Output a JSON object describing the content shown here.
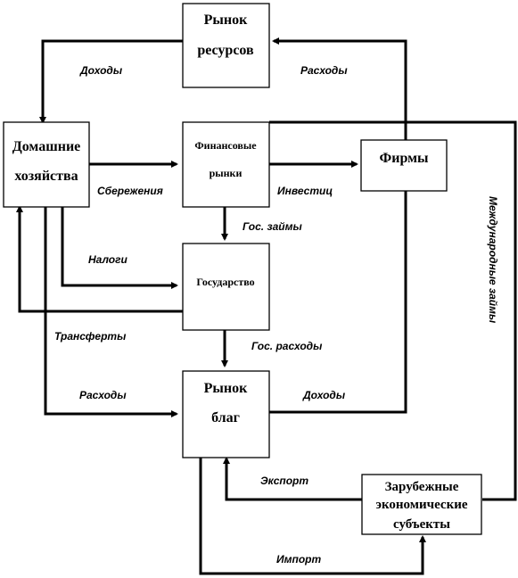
{
  "boxes": {
    "resource_market": [
      "Рынок",
      "ресурсов"
    ],
    "households": [
      "Домашние",
      "хозяйства"
    ],
    "financial_markets": [
      "Финансовые",
      "рынки"
    ],
    "firms": [
      "Фирмы"
    ],
    "government": [
      "Государство"
    ],
    "goods_market": [
      "Рынок",
      "благ"
    ],
    "foreign": [
      "Зарубежные",
      "экономические",
      "субъекты"
    ]
  },
  "labels": {
    "income_top": "Доходы",
    "expenses_top": "Расходы",
    "savings": "Сбережения",
    "investment": "Инвестиц",
    "gov_loans": "Гос. займы",
    "taxes": "Налоги",
    "transfers": "Трансферты",
    "gov_spending": "Гос. расходы",
    "expenses_bottom": "Расходы",
    "income_bottom": "Доходы",
    "export": "Экспорт",
    "import": "Импорт",
    "international_loans": "Международные займы"
  }
}
